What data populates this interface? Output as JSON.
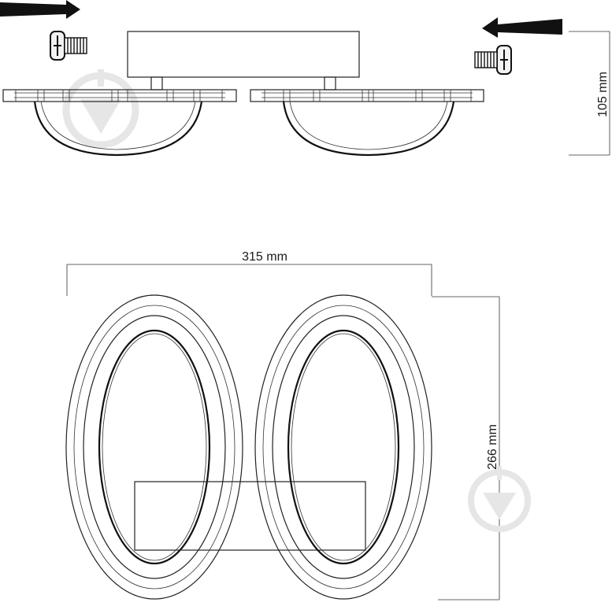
{
  "dimensions": {
    "height": "105 mm",
    "width": "315 mm",
    "depth": "266 mm"
  },
  "colors": {
    "line": "#222222",
    "arrow": "#111111",
    "watermark": "#e6e6e6",
    "background": "#ffffff"
  },
  "icons": {
    "screw": "screw-icon",
    "arrow": "mounting-arrow-icon",
    "watermark": "watermark-logo-icon"
  }
}
